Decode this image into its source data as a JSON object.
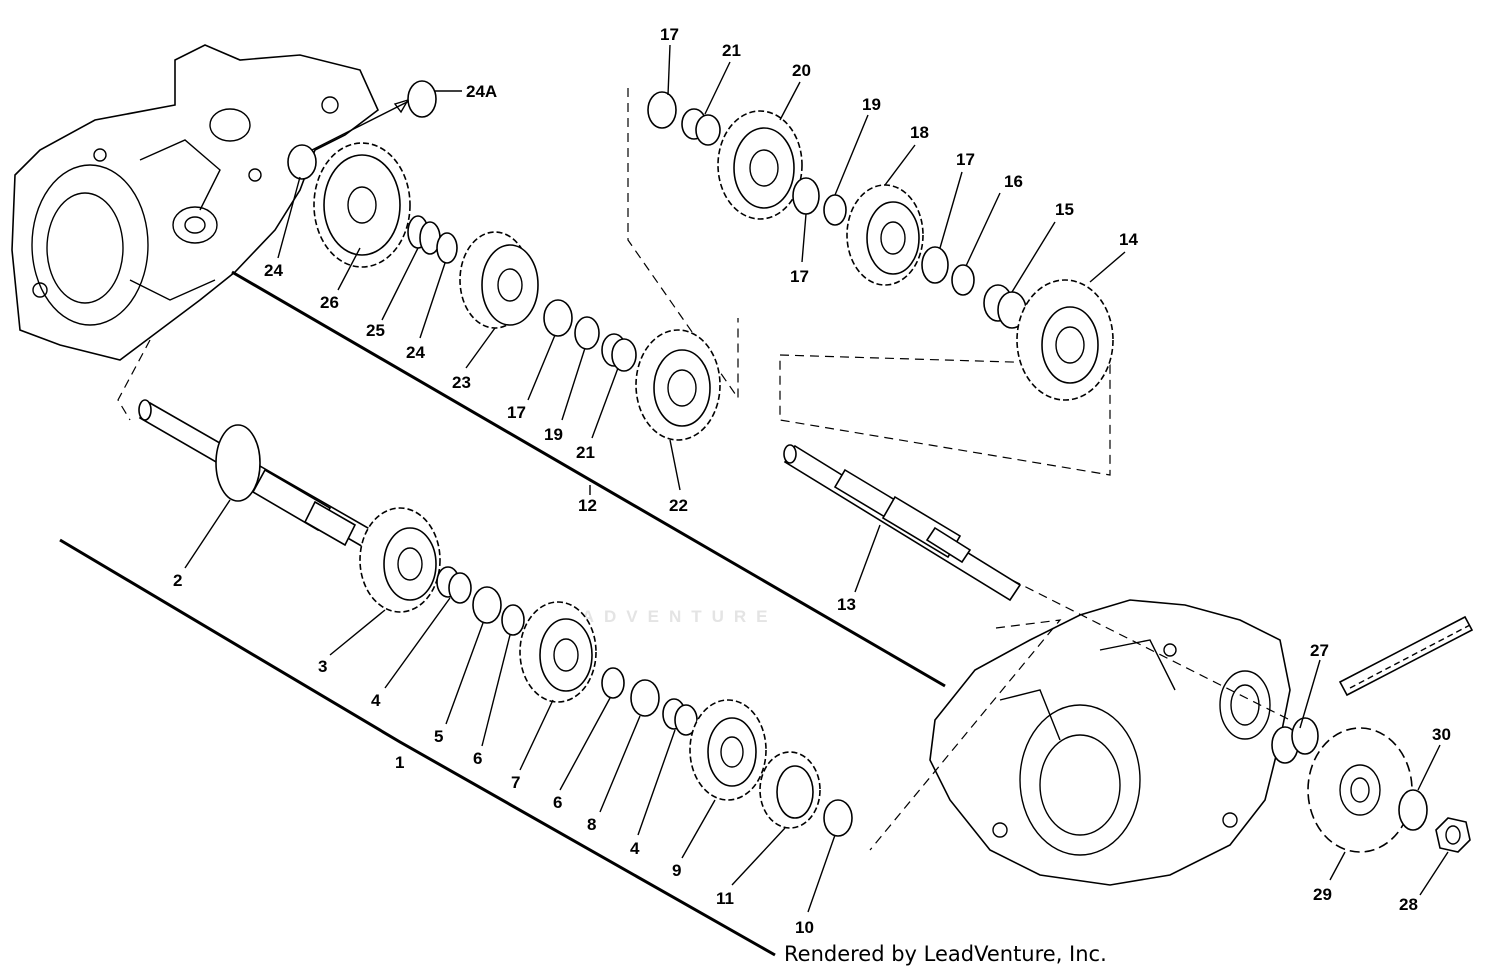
{
  "watermark": "LEADVENTURE",
  "credit": "Rendered by LeadVenture, Inc.",
  "callouts": [
    "24A",
    "24",
    "26",
    "25",
    "24",
    "23",
    "17",
    "19",
    "21",
    "22",
    "12",
    "17",
    "21",
    "20",
    "19",
    "18",
    "17",
    "17",
    "16",
    "15",
    "14",
    "2",
    "3",
    "4",
    "5",
    "6",
    "7",
    "6",
    "8",
    "4",
    "9",
    "11",
    "10",
    "1",
    "13",
    "27",
    "30",
    "29",
    "28"
  ]
}
